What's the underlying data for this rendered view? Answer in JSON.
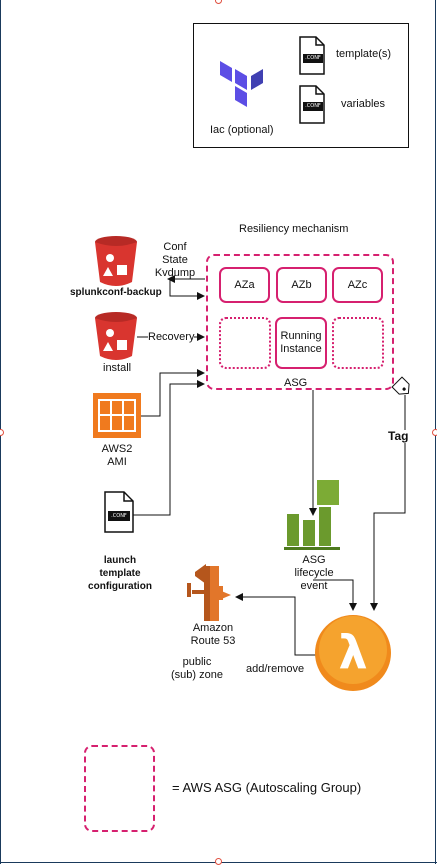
{
  "legend": {
    "iac_label": "Iac (optional)",
    "templates_label": "template(s)",
    "variables_label": "variables",
    "conf_tag": ".CONF"
  },
  "resiliency": {
    "title": "Resiliency mechanism",
    "az_labels": [
      "AZa",
      "AZb",
      "AZc"
    ],
    "running_instance": "Running Instance",
    "asg_label": "ASG"
  },
  "sources": {
    "conf_state_lines": [
      "Conf",
      "State",
      "Kvdump"
    ],
    "bucket_backup": "splunkconf-backup",
    "recovery": "Recovery",
    "bucket_install": "install",
    "ami_lines": [
      "AWS2",
      "AMI"
    ],
    "launch_template_lines": [
      "launch",
      "template",
      "configuration"
    ]
  },
  "flow": {
    "tag": "Tag",
    "lifecycle_lines": [
      "ASG",
      "lifecycle",
      "event"
    ],
    "route53_lines": [
      "Amazon",
      "Route 53"
    ],
    "zone_lines": [
      "public",
      "(sub) zone"
    ],
    "add_remove": "add/remove",
    "lambda_symbol": "λ"
  },
  "key": {
    "asg_definition": "= AWS ASG (Autoscaling Group)"
  },
  "colors": {
    "asg_border": "#d6206f",
    "bucket_red": "#d9352f",
    "ami_orange": "#f07a1e",
    "lifecycle_green": "#6b9a2d",
    "route53_orange": "#e2762a",
    "lambda_orange": "#f08a1c",
    "terraform_purple": "#5c4ee5"
  }
}
